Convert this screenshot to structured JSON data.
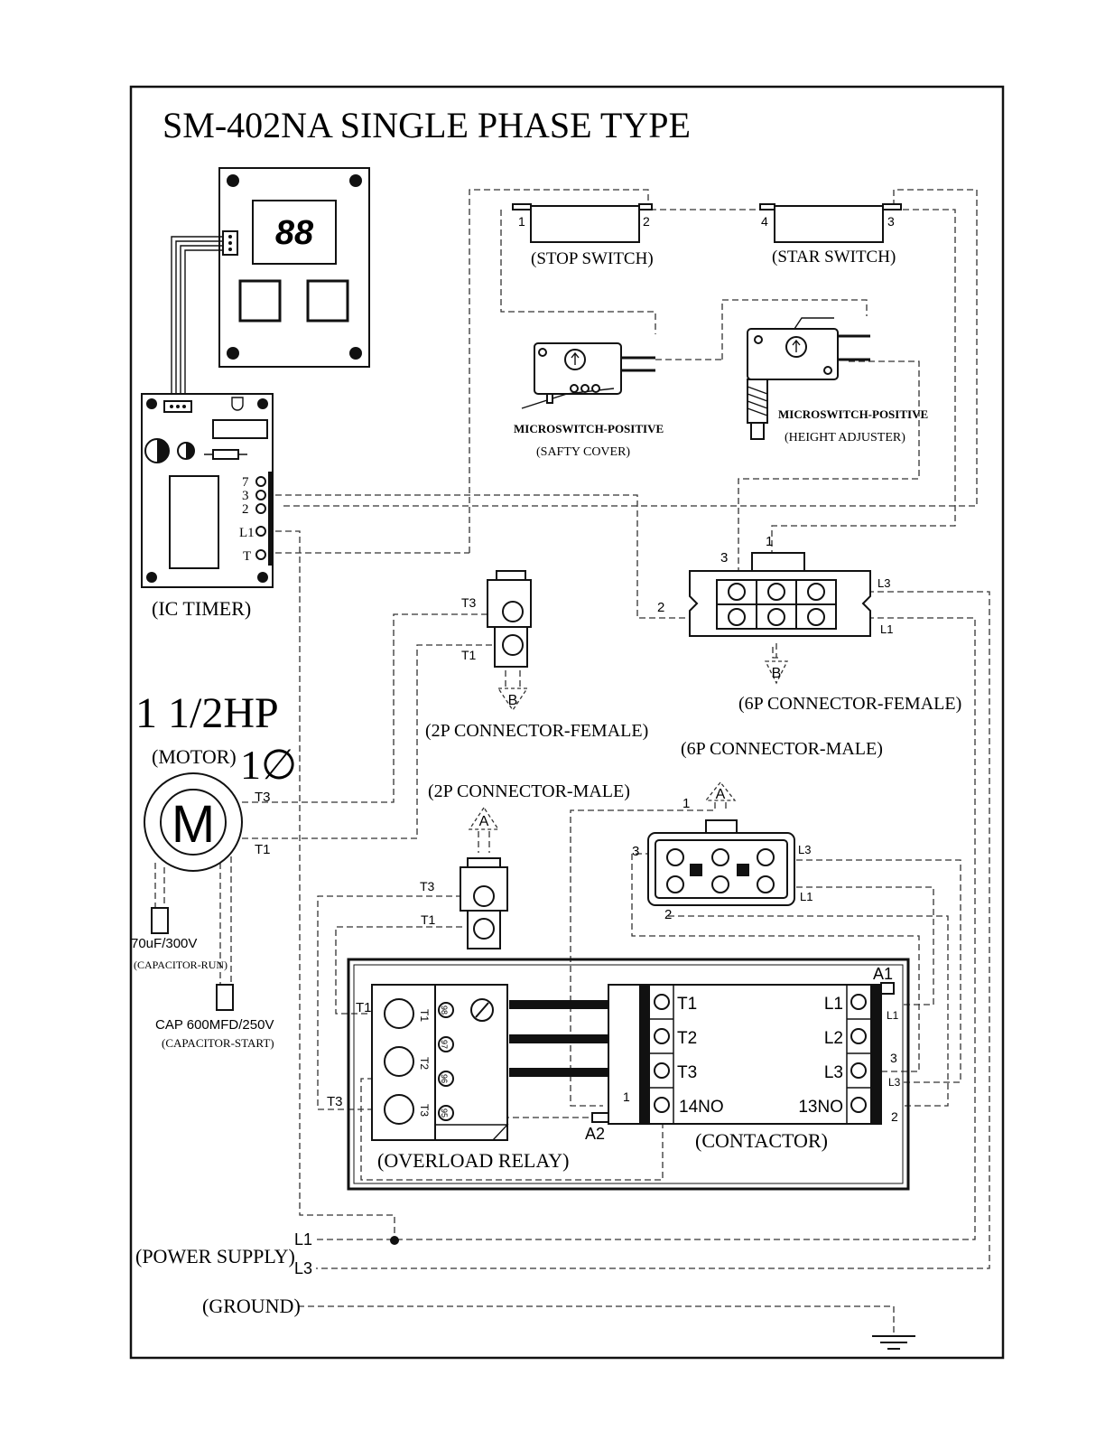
{
  "title": "SM-402NA SINGLE PHASE TYPE",
  "display": {
    "digits": "88"
  },
  "switches": {
    "stop": {
      "label": "(STOP SWITCH)",
      "pin_a": "1",
      "pin_b": "2"
    },
    "star": {
      "label": "(STAR SWITCH)",
      "pin_a": "4",
      "pin_b": "3"
    }
  },
  "microswitches": {
    "safety": {
      "line1": "MICROSWITCH-POSITIVE",
      "line2": "(SAFTY COVER)"
    },
    "height": {
      "line1": "MICROSWITCH-POSITIVE",
      "line2": "(HEIGHT ADJUSTER)"
    }
  },
  "ic_timer": {
    "label": "(IC TIMER)",
    "pins": [
      "7",
      "3",
      "2",
      "L1",
      "T"
    ]
  },
  "motor": {
    "power": "1 1/2HP",
    "label": "(MOTOR)",
    "phase": "1∅",
    "symbol": "M",
    "t3": "T3",
    "t1": "T1"
  },
  "capacitors": {
    "run": {
      "value": "70uF/300V",
      "label": "(CAPACITOR-RUN)"
    },
    "start": {
      "value": "CAP 600MFD/250V",
      "label": "(CAPACITOR-START)"
    }
  },
  "connectors": {
    "p2_female": {
      "label": "(2P CONNECTOR-FEMALE)",
      "t3": "T3",
      "t1": "T1",
      "mark": "B"
    },
    "p2_male": {
      "label": "(2P CONNECTOR-MALE)",
      "t3": "T3",
      "t1": "T1",
      "mark": "A"
    },
    "p6_female": {
      "label": "(6P CONNECTOR-FEMALE)",
      "pin1": "1",
      "pin2": "2",
      "pin3": "3",
      "l3": "L3",
      "l1": "L1",
      "mark": "B"
    },
    "p6_male": {
      "label": "(6P CONNECTOR-MALE)",
      "pin1": "1",
      "pin2": "2",
      "pin3": "3",
      "l3": "L3",
      "l1": "L1",
      "mark": "A"
    }
  },
  "overload_relay": {
    "label": "(OVERLOAD RELAY)",
    "t1": "T1",
    "t3": "T3",
    "terminals": [
      "T1",
      "T2",
      "T3"
    ],
    "aux": [
      "98",
      "97",
      "96",
      "95"
    ]
  },
  "contactor": {
    "label": "(CONTACTOR)",
    "left": [
      "T1",
      "T2",
      "T3",
      "14NO"
    ],
    "right": [
      "L1",
      "L2",
      "L3",
      "13NO"
    ],
    "a1": "A1",
    "a2": "A2",
    "side_l1": "L1",
    "side_3": "3",
    "side_l3": "L3",
    "side_2": "2",
    "side_1": "1"
  },
  "power_supply": {
    "label": "(POWER SUPPLY)",
    "l1": "L1",
    "l3": "L3"
  },
  "ground": {
    "label": "(GROUND)"
  }
}
